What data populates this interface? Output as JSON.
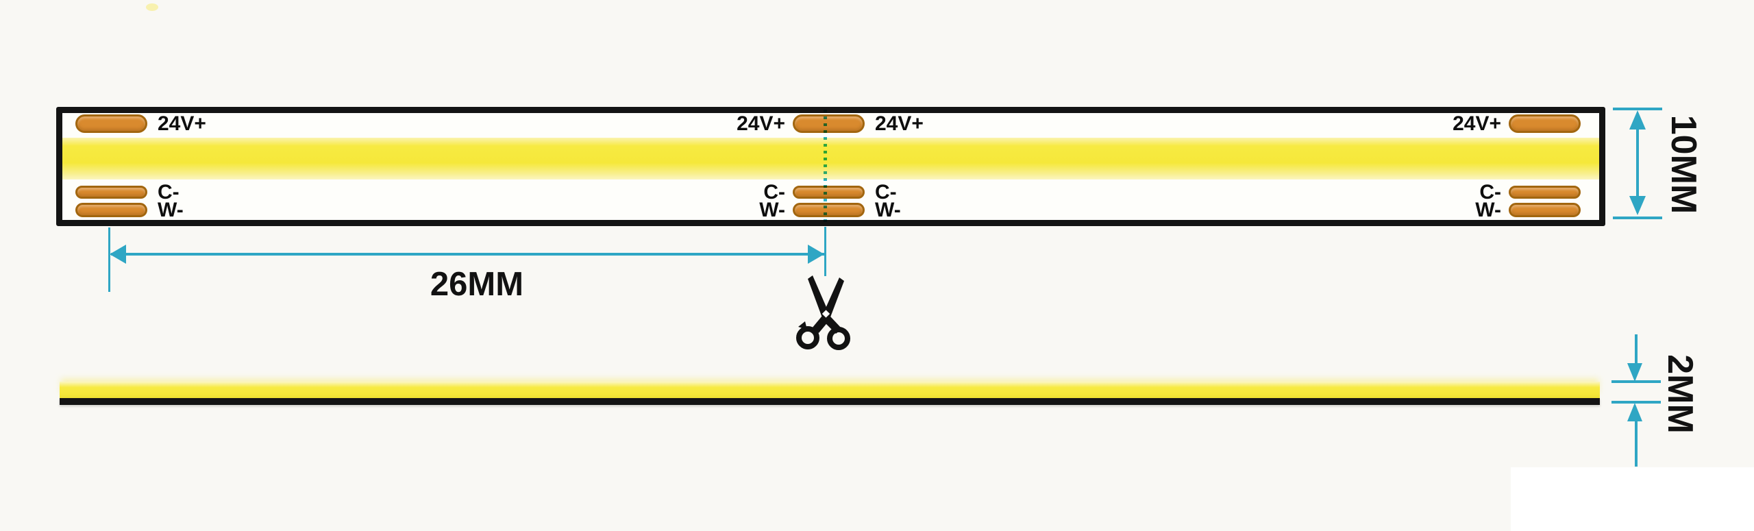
{
  "strip": {
    "pad_groups": {
      "left": {
        "v": "24V+",
        "c": "C-",
        "w": "W-"
      },
      "middle_left": {
        "v": "24V+",
        "c": "C-",
        "w": "W-"
      },
      "middle_right": {
        "v": "24V+",
        "c": "C-",
        "w": "W-"
      },
      "right": {
        "v": "24V+",
        "c": "C-",
        "w": "W-"
      }
    }
  },
  "dimensions": {
    "cut_interval": {
      "label": "26MM"
    },
    "width": {
      "label": "10MM"
    },
    "thickness": {
      "label": "2MM"
    }
  },
  "icons": {
    "scissors": "scissors-cut-icon",
    "arrowheads": "dimension-arrowhead-icon"
  },
  "colors": {
    "background": "#F9F8F4",
    "dimension_teal": "#2FA6C4",
    "pad_fill": "#D98A2E",
    "pad_outline": "#A2660F",
    "cob_yellow": "#F5E83A",
    "pcb_outline": "#141414"
  }
}
